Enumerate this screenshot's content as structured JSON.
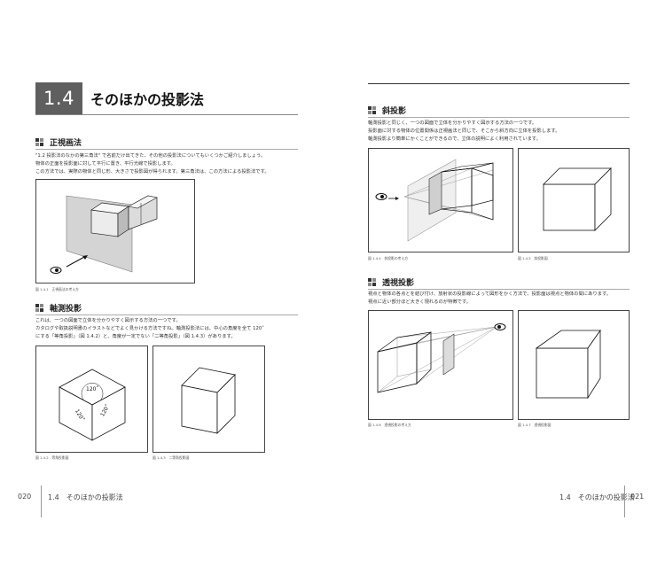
{
  "left_page": {
    "chapter_number": "1.4",
    "chapter_title": "そのほかの投影法",
    "sections": [
      {
        "title": "正視画法",
        "lines": [
          "\"1.2 投影法のなかの第三角法\" で名前だけ出てきた、その他の投影法についてもいくつかご紹介しましょう。",
          "物体の正面を投影面に対して平行に置き、平行光線で投影します。",
          "この方法では、実際の物体と同じ形、大きさで投影図が得られます。第三角法は、この方法による投影法です。"
        ],
        "figures": [
          {
            "caption": "図 1.4.1　正視画法の考え方"
          }
        ]
      },
      {
        "title": "軸測投影",
        "lines": [
          "これは、一つの図面で立体を分かりやすく図示する方法の一つです。",
          "カタログや取扱説明書のイラストなどでよく見かける方法ですね。軸測投影法には、中心の角度を全て 120˚",
          "にする「等角投影」（図 1.4.2）と、角度が一定でない「二等角投影」（図 1.4.3）があります。"
        ],
        "figures": [
          {
            "caption": "図 1.4.2　等角投影図",
            "angle_labels": [
              "120˚",
              "120˚",
              "120˚"
            ]
          },
          {
            "caption": "図 1.4.3　二等角投影図"
          }
        ]
      }
    ],
    "folio_number": "020",
    "folio_text": "1.4　そのほかの投影法"
  },
  "right_page": {
    "sections": [
      {
        "title": "斜投影",
        "lines": [
          "軸測投影と同じく、一つの図面で立体を分かりやすく図示する方法の一つです。",
          "投影面に対する物体の位置関係は正視画法と同じで、そこから斜方向に立体を投影します。",
          "軸測投影より簡単にかくことができるので、立体の説明によく利用されています。"
        ],
        "figures": [
          {
            "caption": "図 1.4.4　斜投影の考え方"
          },
          {
            "caption": "図 1.4.5　斜投影図"
          }
        ]
      },
      {
        "title": "透視投影",
        "lines": [
          "視点と物体の各点とを結び付け、放射状の投影線によって図形をかく方法で、投影面は視点と物体の間にあります。",
          "視点に近い部分ほど大きく現れるのが特徴です。"
        ],
        "figures": [
          {
            "caption": "図 1.4.6　透視投影の考え方"
          },
          {
            "caption": "図 1.4.7　透視投影図"
          }
        ]
      }
    ],
    "folio_text": "1.4　そのほかの投影法",
    "folio_number": "021"
  }
}
